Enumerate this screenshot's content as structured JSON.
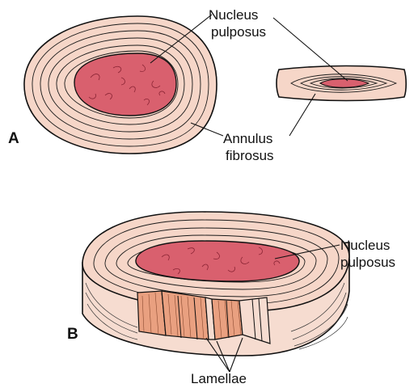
{
  "panel_a": {
    "letter": "A",
    "nucleus_label": [
      "Nucleus",
      "pulposus"
    ],
    "annulus_label": [
      "Annulus",
      "fibrosus"
    ]
  },
  "panel_b": {
    "letter": "B",
    "nucleus_label": [
      "Nucleus",
      "pulposus"
    ],
    "lamellae_label": "Lamellae"
  },
  "colors": {
    "annulus": "#f6d6c8",
    "nucleus": "#d9606e",
    "nucleus_highlight": "#e88590",
    "cut_face": "#e9a080",
    "side_face": "#f6dcd0",
    "line": "#111111"
  }
}
